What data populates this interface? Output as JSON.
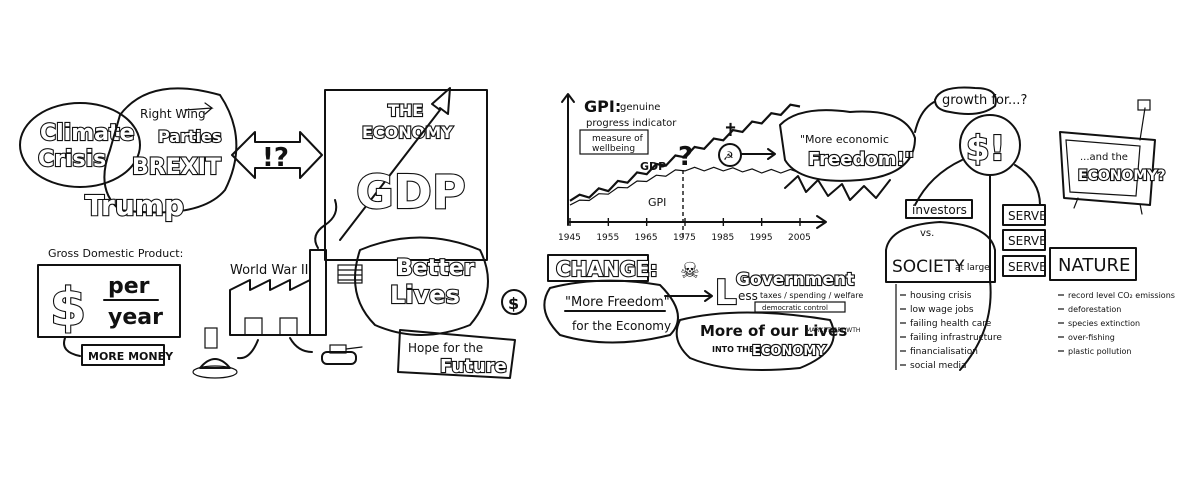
{
  "left_panel": {
    "climate": "Climate",
    "crisis": "Crisis",
    "right_wing": "Right Wing",
    "parties": "Parties",
    "brexit": "BREXIT",
    "trump": "Trump",
    "exclaim": "!?",
    "gdp_label": "Gross Domestic Product:",
    "dollar": "$",
    "per": "per",
    "year": "year",
    "more_money": "MORE MONEY",
    "world_war": "World War II",
    "the": "THE",
    "economy": "ECONOMY",
    "gdp": "GDP",
    "better": "Better",
    "lives": "Lives",
    "hope_1": "Hope for the",
    "hope_2": "Future",
    "dollar_small": "$"
  },
  "middle_panel": {
    "gpi": "GPI:",
    "gpi_genuine": "genuine",
    "gpi_desc": "progress indicator",
    "measure_1": "measure of",
    "measure_2": "wellbeing",
    "question": "?",
    "gdp_line_label": "GDP",
    "gpi_line_label": "GPI",
    "years": [
      "1945",
      "1955",
      "1965",
      "1975",
      "1985",
      "1995",
      "2005"
    ],
    "quote_1": "\"More economic",
    "quote_2": "Freedom!\"",
    "change": "CHANGE:",
    "more_freedom": "\"More Freedom\"",
    "for_economy": "for the Economy",
    "less_l": "L",
    "less_rest": "ess",
    "government": "Government",
    "gov_detail_1": "taxes / spending / welfare",
    "gov_detail_2": "democratic control",
    "more_of_lives": "More of our Lives",
    "market_growth": "MARKET GROWTH",
    "into_the": "INTO THE",
    "economy_small": "ECONOMY"
  },
  "right_panel": {
    "growth_for": "growth for...?",
    "dollar_big": "$!",
    "investors": "investors",
    "vs": "vs.",
    "society": "SOCIETY",
    "at_large": "at large",
    "serve": "SERVE",
    "nature": "NATURE",
    "society_items": [
      "housing crisis",
      "low wage jobs",
      "failing health care",
      "failing infrastructure",
      "financialisation",
      "social media"
    ],
    "nature_items": [
      "record level CO₂ emissions",
      "deforestation",
      "species extinction",
      "over-fishing",
      "plastic pollution"
    ],
    "tv_text_1": "...and the",
    "tv_text_2": "ECONOMY?"
  },
  "chart_data": {
    "type": "line",
    "x": [
      1945,
      1955,
      1965,
      1975,
      1985,
      1995,
      2005
    ],
    "series": [
      {
        "name": "GDP",
        "values": [
          1.0,
          1.6,
          2.4,
          3.2,
          4.0,
          4.8,
          5.6
        ]
      },
      {
        "name": "GPI",
        "values": [
          0.8,
          1.4,
          2.0,
          2.5,
          2.5,
          2.4,
          2.4
        ]
      }
    ],
    "xlabel": "",
    "ylabel": "",
    "ylim": [
      0,
      6
    ]
  }
}
